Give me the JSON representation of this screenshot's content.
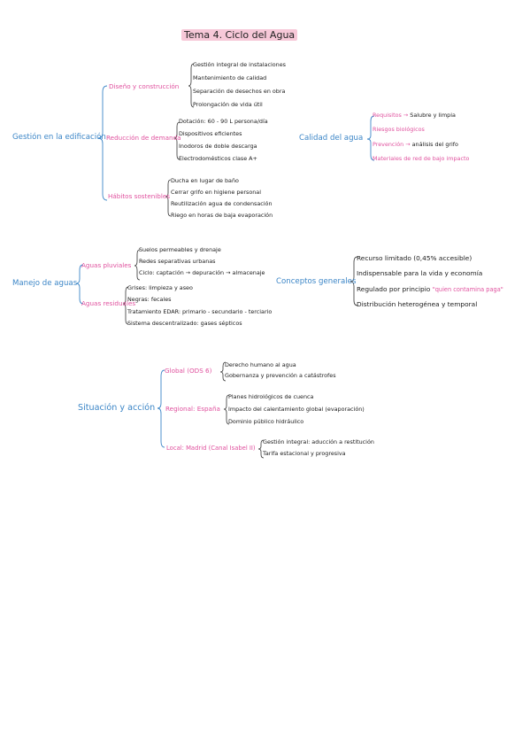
{
  "title": "Tema 4. Ciclo del Agua",
  "colors": {
    "blue": "#3c86c7",
    "pink": "#e0519e",
    "title_highlight": "#f7c8d8",
    "text": "#1b1b1b"
  },
  "sec1": {
    "root": "Gestión en la edificación",
    "diseno": {
      "label": "Diseño y construcción",
      "items": [
        "Gestión integral de instalaciones",
        "Mantenimiento de calidad",
        "Separación de desechos en obra",
        "Prolongación de vida útil"
      ]
    },
    "reduccion": {
      "label": "Reducción de demanda",
      "items": [
        "Dotación: 60 - 90 L persona/día",
        "Dispositivos eficientes",
        "Inodoros de doble descarga",
        "Electrodomésticos clase A+"
      ]
    },
    "habitos": {
      "label": "Hábitos sostenibles",
      "items": [
        "Ducha en lugar de baño",
        "Cerrar grifo en higiene personal",
        "Reutilización agua de condensación",
        "Riego en horas de baja evaporación"
      ]
    }
  },
  "sec2": {
    "root": "Calidad del agua",
    "items": [
      {
        "label": "Requisitos",
        "arrow": "→",
        "rest": "Salubre y limpia"
      },
      {
        "label": "Riesgos biológicos",
        "arrow": "",
        "rest": ""
      },
      {
        "label": "Prevención",
        "arrow": "→",
        "rest": "análisis del grifo"
      },
      {
        "label": "Materiales de red de bajo impacto",
        "arrow": "",
        "rest": ""
      }
    ]
  },
  "sec3": {
    "root": "Manejo de aguas",
    "pluviales": {
      "label": "Aguas pluviales",
      "items": [
        "Suelos permeables y drenaje",
        "Redes separativas urbanas",
        "Ciclo: captación → depuración → almacenaje"
      ]
    },
    "residuales": {
      "label": "Aguas residuales",
      "items": [
        "Grises: limpieza y aseo",
        "Negras: fecales",
        "Tratamiento EDAR: primario - secundario - terciario",
        "Sistema descentralizado: gases sépticos"
      ]
    }
  },
  "sec4": {
    "root": "Conceptos generales",
    "items": [
      {
        "text": "Recurso limitado (0,45% accesible)",
        "quote": ""
      },
      {
        "text": "Indispensable para la vida y economía",
        "quote": ""
      },
      {
        "text": "Regulado por principio",
        "quote": "\"quien contamina paga\""
      },
      {
        "text": "Distribución heterogénea y temporal",
        "quote": ""
      }
    ]
  },
  "sec5": {
    "root": "Situación y acción",
    "global": {
      "label": "Global (ODS 6)",
      "items": [
        "Derecho humano al agua",
        "Gobernanza y prevención a catástrofes"
      ]
    },
    "regional": {
      "label": "Regional: España",
      "items": [
        "Planes hidrológicos de cuenca",
        "Impacto del calentamiento global (evaporación)",
        "Dominio público hidráulico"
      ]
    },
    "local": {
      "label": "Local: Madrid (Canal Isabel II)",
      "items": [
        "Gestión integral: aducción a restitución",
        "Tarifa estacional y progresiva"
      ]
    }
  }
}
